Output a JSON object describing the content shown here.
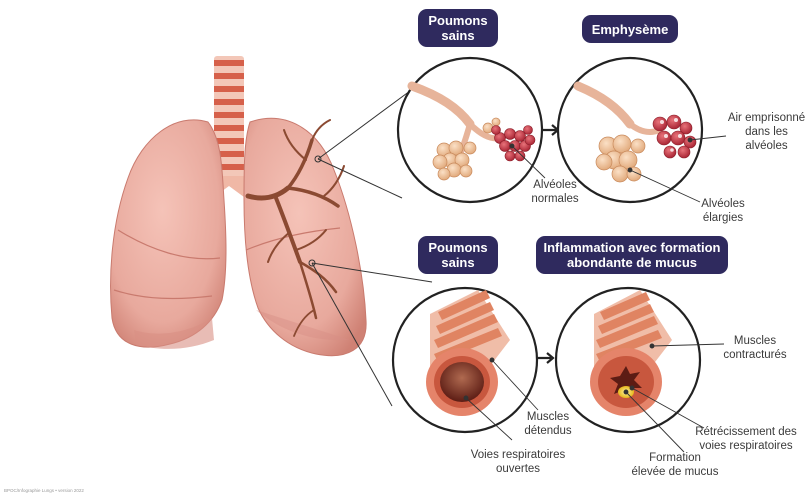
{
  "pills": {
    "healthy_lungs_top": "Poumons\nsains",
    "emphysema": "Emphysème",
    "healthy_lungs_bottom": "Poumons\nsains",
    "inflammation": "Inflammation avec formation\nabondante de mucus"
  },
  "labels": {
    "trapped_air": "Air emprisonné\ndans les\nalvéoles",
    "normal_alveoli": "Alvéoles\nnormales",
    "enlarged_alveoli": "Alvéoles\nélargies",
    "contracted_muscles": "Muscles\ncontracturés",
    "relaxed_muscles": "Muscles\ndétendus",
    "narrowed_airways": "Rétrécissement des\nvoies respiratoires",
    "open_airways": "Voies respiratoires\nouvertes",
    "mucus": "Formation\nélevée de mucus"
  },
  "footer": "BPOC/Infographie Lungs • version 2022",
  "colors": {
    "pill_bg": "#2f2a5e",
    "lung_fill": "#e8a99d",
    "lung_shadow": "#d88f84",
    "bronchi": "#8b4a32",
    "trachea_ring": "#d6604a",
    "alveoli_normal": "#f0c39a",
    "alveoli_red": "#c8343f",
    "airway_outer": "#e5846a",
    "airway_inner": "#7a2a1e",
    "mucus": "#f2c61a"
  }
}
